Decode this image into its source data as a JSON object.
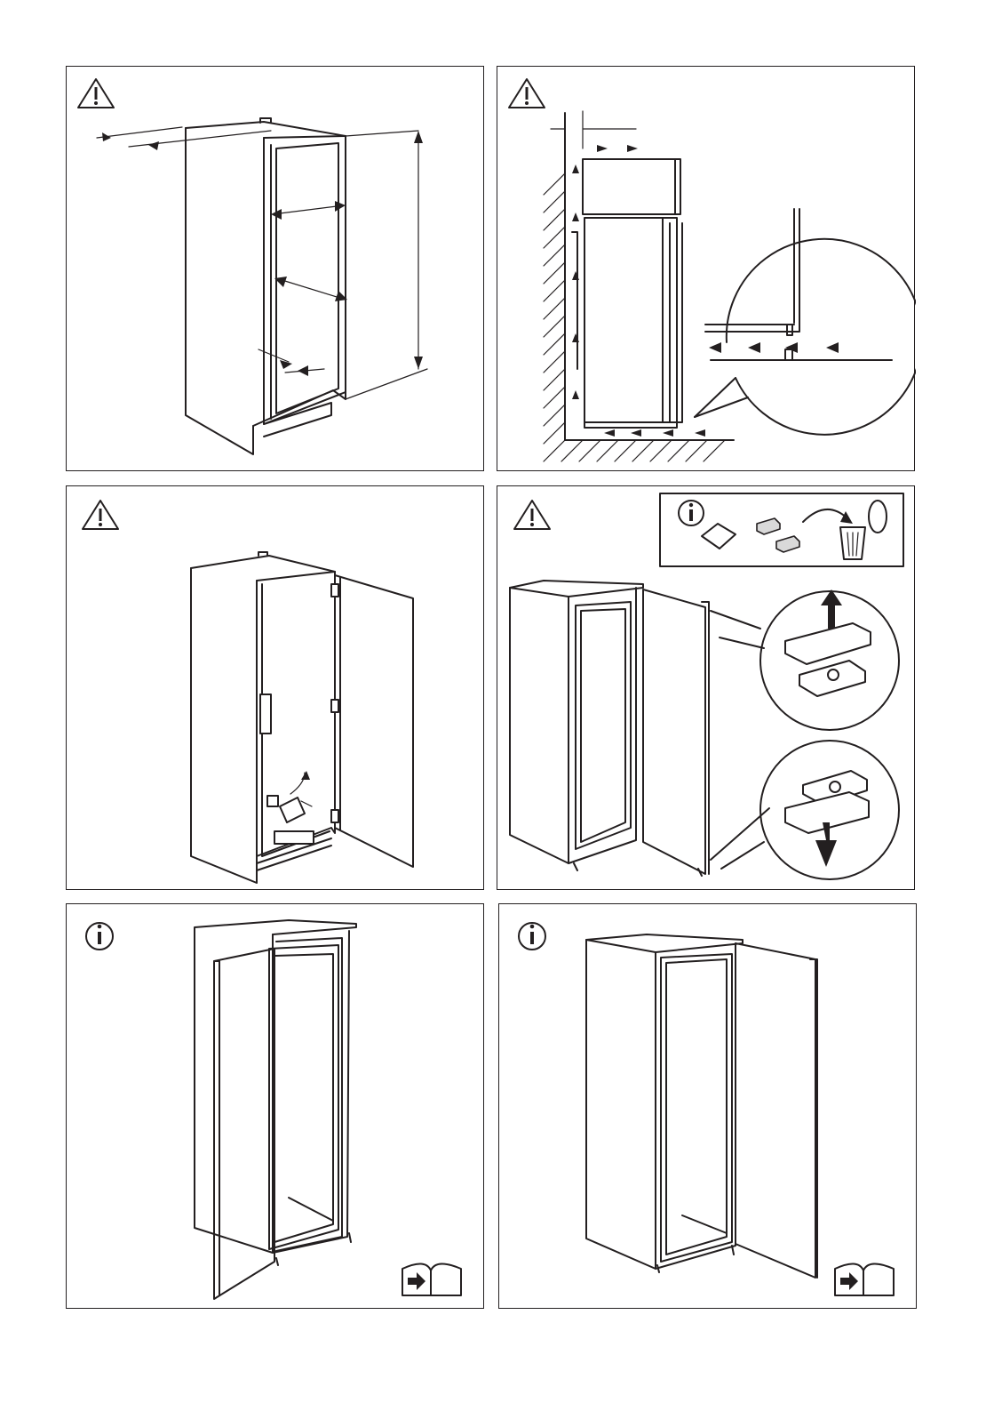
{
  "panels": [
    {
      "id": 1,
      "symbol": "warning-icon"
    },
    {
      "id": 2,
      "symbol": "warning-icon"
    },
    {
      "id": 3,
      "symbol": "warning-icon"
    },
    {
      "id": 4,
      "symbol": "warning-icon",
      "info_box_symbol": "info-icon"
    },
    {
      "id": 5,
      "symbol": "info-icon",
      "corner_symbol": "open-book-arrow-icon"
    },
    {
      "id": 6,
      "symbol": "info-icon",
      "corner_symbol": "open-book-arrow-icon"
    }
  ],
  "colors": {
    "line": "#231f20",
    "background": "#ffffff"
  }
}
